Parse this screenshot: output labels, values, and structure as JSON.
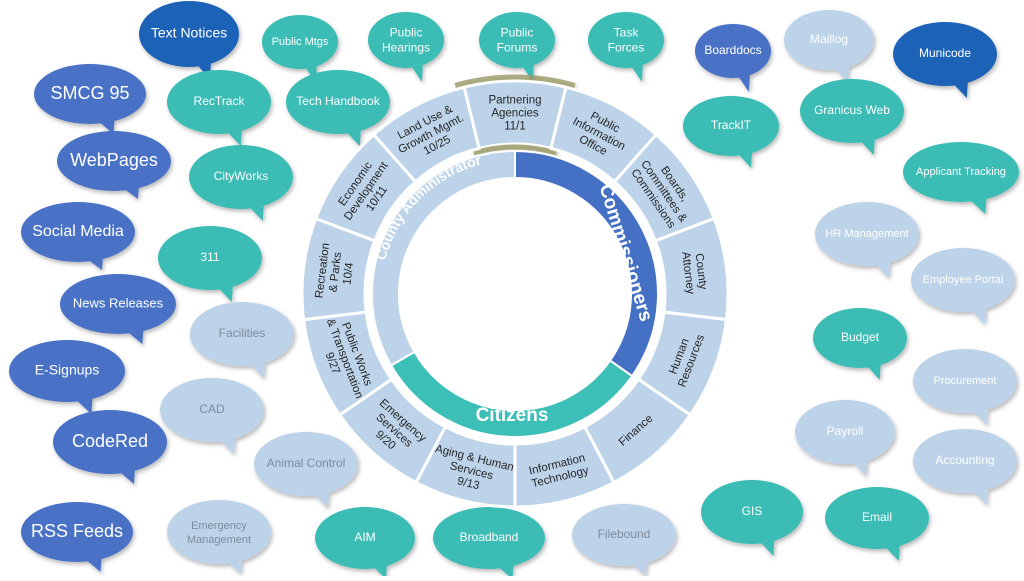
{
  "colors": {
    "dark_blue": "#1f64b7",
    "mid_blue": "#4a72c6",
    "teal": "#3bbcb5",
    "light_blue": "#bcd3ea",
    "commissioners": "#4571c4",
    "citizens": "#3cbfb6",
    "county_admin": "#bcd3ea",
    "segment_fill": "#bcd3ea",
    "highlight": "#9a9a67"
  },
  "center": {
    "commissioners": "Commissioners",
    "citizens": "Citizens",
    "county_administrator": "County Administrator"
  },
  "segments": [
    {
      "id": "partnering-agencies",
      "lines": [
        "Partnering",
        "Agencies",
        "11/1"
      ],
      "highlighted": true
    },
    {
      "id": "public-information-office",
      "lines": [
        "Public",
        "Information",
        "Office"
      ]
    },
    {
      "id": "boards-committees-commissions",
      "lines": [
        "Boards,",
        "Committees &",
        "Commissions"
      ]
    },
    {
      "id": "county-attorney",
      "lines": [
        "County",
        "Attorney"
      ]
    },
    {
      "id": "human-resources",
      "lines": [
        "Human",
        "Resources"
      ]
    },
    {
      "id": "finance",
      "lines": [
        "Finance"
      ]
    },
    {
      "id": "information-technology",
      "lines": [
        "Information",
        "Technology"
      ]
    },
    {
      "id": "aging-human-services",
      "lines": [
        "Aging & Human",
        "Services",
        "9/13"
      ]
    },
    {
      "id": "emergency-services",
      "lines": [
        "Emergency",
        "Services",
        "9/20"
      ]
    },
    {
      "id": "public-works-transportation",
      "lines": [
        "Public Works",
        "& Transportation",
        "9/27"
      ]
    },
    {
      "id": "recreation-parks",
      "lines": [
        "Recreation",
        "& Parks",
        "10/4"
      ]
    },
    {
      "id": "economic-development",
      "lines": [
        "Economic",
        "Development",
        "10/11"
      ]
    },
    {
      "id": "land-use-growth-mgmt",
      "lines": [
        "Land Use &",
        "Growth Mgmt.",
        "10/25"
      ]
    }
  ],
  "bubbles": [
    {
      "id": "text-notices",
      "label": "Text Notices",
      "color": "dark_blue"
    },
    {
      "id": "smcg-95",
      "label": "SMCG 95",
      "color": "mid_blue"
    },
    {
      "id": "webpages",
      "label": "WebPages",
      "color": "mid_blue"
    },
    {
      "id": "social-media",
      "label": "Social Media",
      "color": "mid_blue"
    },
    {
      "id": "news-releases",
      "label": "News Releases",
      "color": "mid_blue"
    },
    {
      "id": "e-signups",
      "label": "E-Signups",
      "color": "mid_blue"
    },
    {
      "id": "codered",
      "label": "CodeRed",
      "color": "mid_blue"
    },
    {
      "id": "rss-feeds",
      "label": "RSS Feeds",
      "color": "mid_blue"
    },
    {
      "id": "public-mtgs",
      "label": "Public Mtgs",
      "color": "teal"
    },
    {
      "id": "public-hearings",
      "label": "Public Hearings",
      "color": "teal"
    },
    {
      "id": "public-forums",
      "label": "Public Forums",
      "color": "teal"
    },
    {
      "id": "task-forces",
      "label": "Task Forces",
      "color": "teal"
    },
    {
      "id": "rectrack",
      "label": "RecTrack",
      "color": "teal"
    },
    {
      "id": "tech-handbook",
      "label": "Tech Handbook",
      "color": "teal"
    },
    {
      "id": "cityworks",
      "label": "CityWorks",
      "color": "teal"
    },
    {
      "id": "311",
      "label": "311",
      "color": "teal"
    },
    {
      "id": "facilities",
      "label": "Facilities",
      "color": "light_blue"
    },
    {
      "id": "cad",
      "label": "CAD",
      "color": "light_blue"
    },
    {
      "id": "animal-control",
      "label": "Animal Control",
      "color": "light_blue"
    },
    {
      "id": "emergency-management",
      "label": "Emergency Management",
      "color": "light_blue"
    },
    {
      "id": "aim",
      "label": "AIM",
      "color": "teal"
    },
    {
      "id": "broadband",
      "label": "Broadband",
      "color": "teal"
    },
    {
      "id": "filebound",
      "label": "Filebound",
      "color": "light_blue"
    },
    {
      "id": "boarddocs",
      "label": "Boarddocs",
      "color": "mid_blue"
    },
    {
      "id": "maillog",
      "label": "Maillog",
      "color": "light_blue"
    },
    {
      "id": "municode",
      "label": "Municode",
      "color": "dark_blue"
    },
    {
      "id": "trackit",
      "label": "TrackIT",
      "color": "teal"
    },
    {
      "id": "granicus-web",
      "label": "Granicus Web",
      "color": "teal"
    },
    {
      "id": "applicant-tracking",
      "label": "Applicant Tracking",
      "color": "teal"
    },
    {
      "id": "hr-management",
      "label": "HR Management",
      "color": "light_blue"
    },
    {
      "id": "employee-portal",
      "label": "Employee Portal",
      "color": "light_blue"
    },
    {
      "id": "budget",
      "label": "Budget",
      "color": "teal"
    },
    {
      "id": "procurement",
      "label": "Procurement",
      "color": "light_blue"
    },
    {
      "id": "payroll",
      "label": "Payroll",
      "color": "light_blue"
    },
    {
      "id": "accounting",
      "label": "Accounting",
      "color": "light_blue"
    },
    {
      "id": "gis",
      "label": "GIS",
      "color": "teal"
    },
    {
      "id": "email",
      "label": "Email",
      "color": "teal"
    }
  ]
}
